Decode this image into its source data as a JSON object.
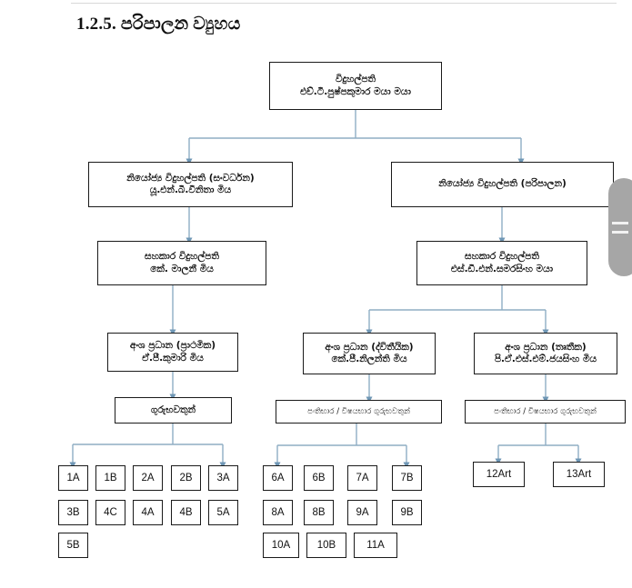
{
  "document": {
    "heading": "1.2.5. පරිපාලන ව්‍යුහය"
  },
  "chart_data": {
    "type": "diagram",
    "title": "1.2.5. පරිපාලන ව්‍යුහය",
    "diagram_kind": "organizational-chart",
    "connector_color": "#8fadc4",
    "box_border_color": "#1a1a1a",
    "levels": [
      "principal",
      "deputy-principals",
      "assistant-principals",
      "section-heads",
      "teachers",
      "classes"
    ]
  },
  "nodes": {
    "principal": {
      "line1": "විදුහල්පති",
      "line2": "එච්.ටී.පුෂ්පකුමාර මයා මයා"
    },
    "deputy_development": {
      "line1": "නියෝජ්‍ය විදුහල්පති (සංවර්ධන)",
      "line2": "යූ.එන්.බී.වීනිතා මිය"
    },
    "deputy_admin": {
      "line1": "නියෝජ්‍ය විදුහල්පති (පරිපාලන)",
      "line2": ""
    },
    "assistant_left": {
      "line1": "සහකාර විදුහල්පති",
      "line2": "කේ. මාලනී මිය"
    },
    "assistant_right": {
      "line1": "සහකාර විදුහල්පති",
      "line2": "එස්.ඩී.එන්.සමරසිංහ මයා"
    },
    "section_primary": {
      "line1": "අංශ ප්‍රධාන (ප්‍රාථමික)",
      "line2": "ඒ.පී.කුමාරි මිය"
    },
    "section_secondary": {
      "line1": "අංශ ප්‍රධාන (ද්විතීයික)",
      "line2": "කේ.පී.නිලන්ති මිය"
    },
    "section_tertiary": {
      "line1": "අංශ ප්‍රධාන (තෘතීක)",
      "line2": "පි.ඒ.එස්.එම්.ජයසිංහ මිය"
    },
    "teachers_primary": {
      "line1": "ගුරුභවතුන්",
      "line2": ""
    },
    "teachers_secondary": {
      "line1": "පංතිභාර / විෂයභාර ගුරුභවතුන්",
      "line2": ""
    },
    "teachers_tertiary": {
      "line1": "පංතිභාර / විෂයභාර ගුරුභවතුන්",
      "line2": ""
    }
  },
  "classes": {
    "primary": [
      [
        "1A",
        "1B",
        "2A",
        "2B",
        "3A"
      ],
      [
        "3B",
        "4C",
        "4A",
        "4B",
        "5A"
      ],
      [
        "5B"
      ]
    ],
    "secondary": [
      [
        "6A",
        "6B",
        "7A",
        "7B"
      ],
      [
        "8A",
        "8B",
        "9A",
        "9B"
      ],
      [
        "10A",
        "10B",
        "11A"
      ]
    ],
    "tertiary": [
      [
        "12Art",
        "13Art"
      ]
    ]
  }
}
